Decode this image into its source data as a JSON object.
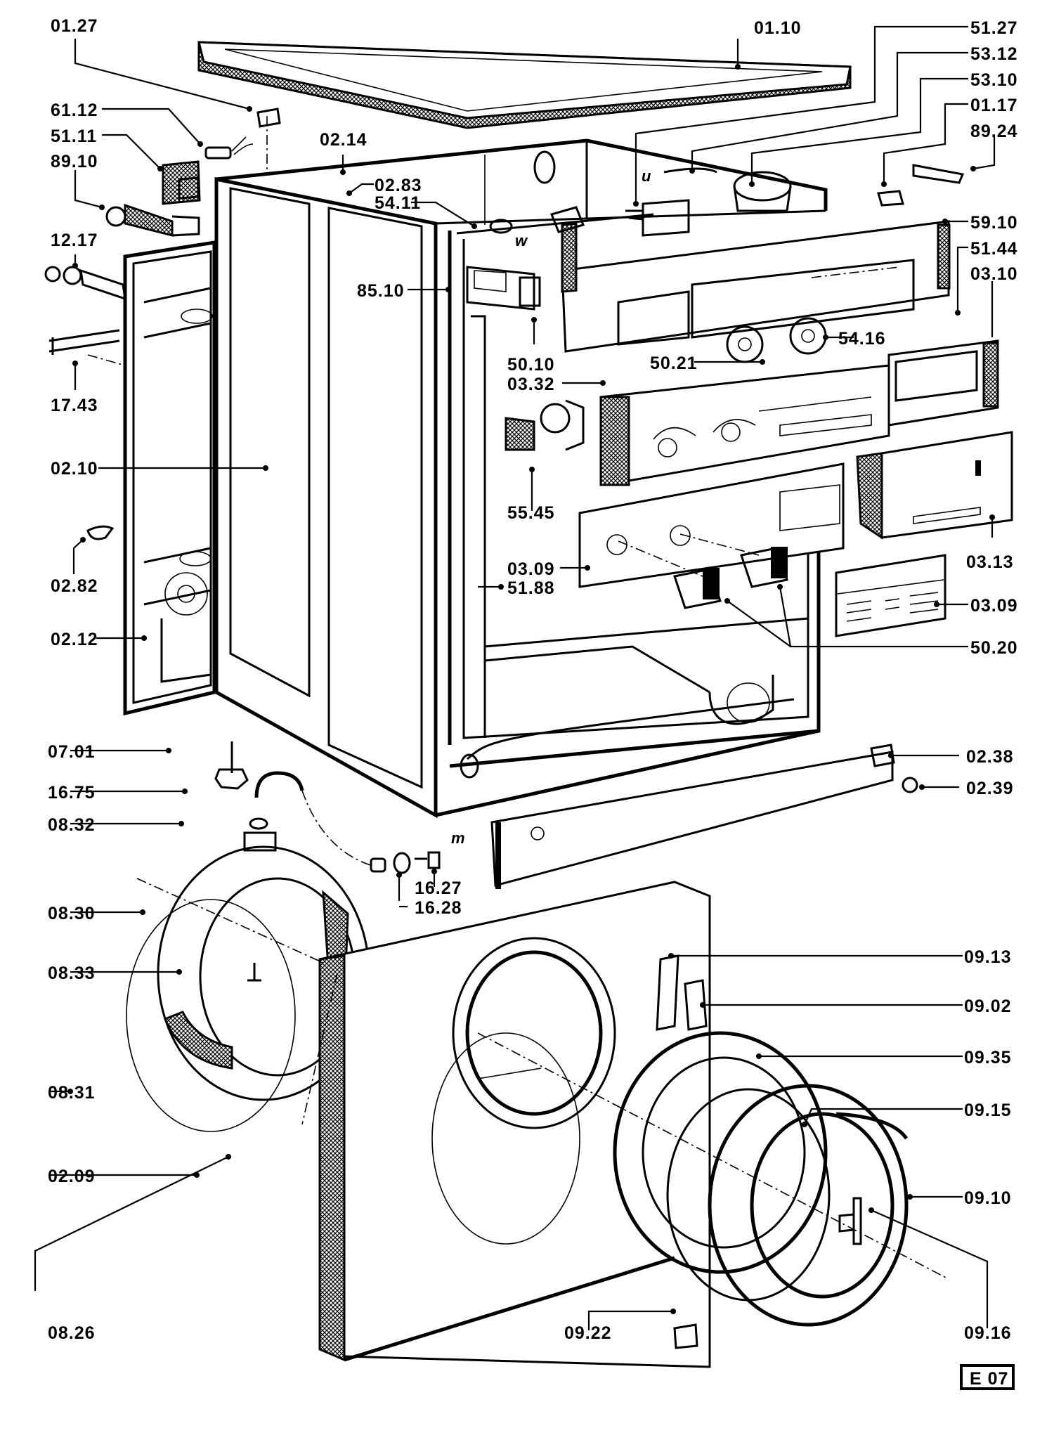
{
  "diagram": {
    "title": "Exploded parts view — washing machine cabinet, control panel and door",
    "page_code": "E 07",
    "annotations": {
      "u": "u",
      "w": "w",
      "m": "m"
    },
    "parts": [
      {
        "id": "01.27",
        "label": "01.27"
      },
      {
        "id": "01.10",
        "label": "01.10"
      },
      {
        "id": "51.27",
        "label": "51.27"
      },
      {
        "id": "53.12",
        "label": "53.12"
      },
      {
        "id": "53.10",
        "label": "53.10"
      },
      {
        "id": "01.17",
        "label": "01.17"
      },
      {
        "id": "89.24",
        "label": "89.24"
      },
      {
        "id": "61.12",
        "label": "61.12"
      },
      {
        "id": "51.11",
        "label": "51.11"
      },
      {
        "id": "89.10",
        "label": "89.10"
      },
      {
        "id": "02.14",
        "label": "02.14"
      },
      {
        "id": "02.83",
        "label": "02.83"
      },
      {
        "id": "54.11",
        "label": "54.11"
      },
      {
        "id": "59.10",
        "label": "59.10"
      },
      {
        "id": "12.17",
        "label": "12.17"
      },
      {
        "id": "51.44",
        "label": "51.44"
      },
      {
        "id": "03.10",
        "label": "03.10"
      },
      {
        "id": "85.10",
        "label": "85.10"
      },
      {
        "id": "54.16",
        "label": "54.16"
      },
      {
        "id": "17.43",
        "label": "17.43"
      },
      {
        "id": "50.10",
        "label": "50.10"
      },
      {
        "id": "50.21",
        "label": "50.21"
      },
      {
        "id": "03.32",
        "label": "03.32"
      },
      {
        "id": "02.10",
        "label": "02.10"
      },
      {
        "id": "55.45",
        "label": "55.45"
      },
      {
        "id": "03.13",
        "label": "03.13"
      },
      {
        "id": "03.09-a",
        "label": "03.09"
      },
      {
        "id": "51.88",
        "label": "51.88"
      },
      {
        "id": "02.82",
        "label": "02.82"
      },
      {
        "id": "03.09-b",
        "label": "03.09"
      },
      {
        "id": "02.12",
        "label": "02.12"
      },
      {
        "id": "50.20",
        "label": "50.20"
      },
      {
        "id": "07.01",
        "label": "07.01"
      },
      {
        "id": "02.38",
        "label": "02.38"
      },
      {
        "id": "16.75",
        "label": "16.75"
      },
      {
        "id": "02.39",
        "label": "02.39"
      },
      {
        "id": "08.32",
        "label": "08.32"
      },
      {
        "id": "16.27",
        "label": "16.27"
      },
      {
        "id": "16.28",
        "label": "16.28"
      },
      {
        "id": "08.30",
        "label": "08.30"
      },
      {
        "id": "09.13",
        "label": "09.13"
      },
      {
        "id": "08.33",
        "label": "08.33"
      },
      {
        "id": "09.02",
        "label": "09.02"
      },
      {
        "id": "09.35",
        "label": "09.35"
      },
      {
        "id": "08.31",
        "label": "08.31"
      },
      {
        "id": "09.15",
        "label": "09.15"
      },
      {
        "id": "02.09",
        "label": "02.09"
      },
      {
        "id": "09.10",
        "label": "09.10"
      },
      {
        "id": "08.26",
        "label": "08.26"
      },
      {
        "id": "09.22",
        "label": "09.22"
      },
      {
        "id": "09.16",
        "label": "09.16"
      }
    ]
  }
}
